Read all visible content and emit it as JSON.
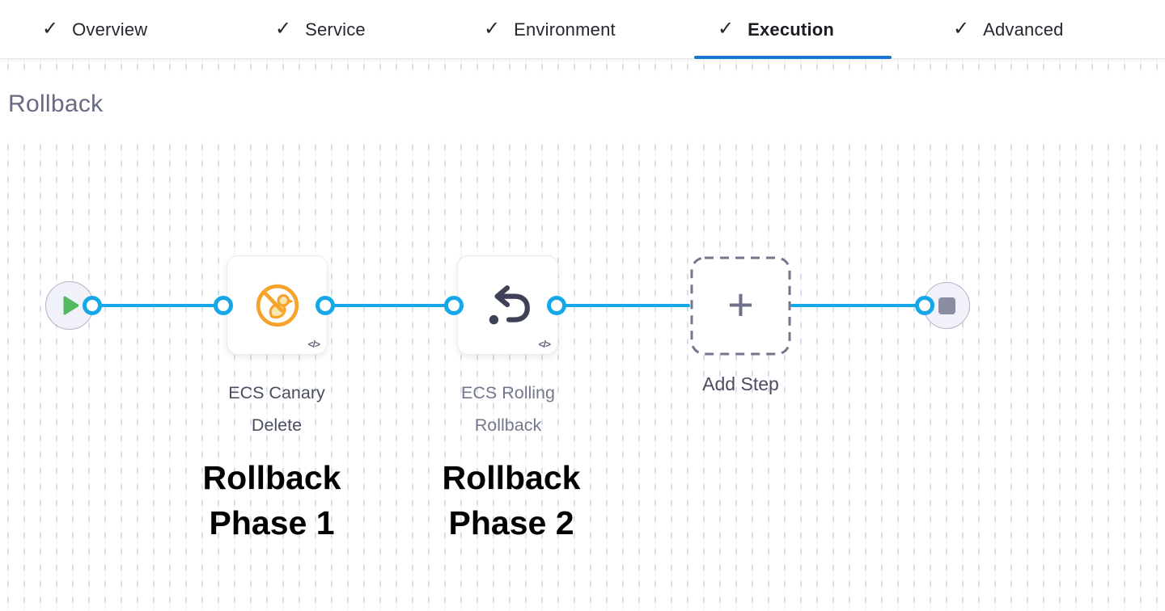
{
  "tabs": {
    "check_glyph": "✓",
    "items": [
      {
        "label": "Overview",
        "checked": true,
        "active": false
      },
      {
        "label": "Service",
        "checked": true,
        "active": false
      },
      {
        "label": "Environment",
        "checked": true,
        "active": false
      },
      {
        "label": "Execution",
        "checked": true,
        "active": true
      },
      {
        "label": "Advanced",
        "checked": true,
        "active": false
      }
    ]
  },
  "section": {
    "title": "Rollback"
  },
  "pipeline": {
    "start_node": "play",
    "end_node": "stop",
    "steps": [
      {
        "name": "ECS Canary Delete",
        "icon": "canary-delete-icon",
        "code_badge": "</>"
      },
      {
        "name": "ECS Rolling Rollback",
        "icon": "rolling-rollback-icon",
        "code_badge": "</>"
      }
    ],
    "add_step": {
      "label": "Add Step",
      "plus_glyph": "+"
    }
  },
  "annotations": [
    {
      "text": "Rollback Phase 1"
    },
    {
      "text": "Rollback Phase 2"
    }
  ],
  "colors": {
    "connector_blue": "#15a7e8",
    "tab_underline_blue": "#1976d2",
    "canary_orange": "#f6a22b",
    "icon_slate": "#3f4257",
    "play_green": "#53ba5f",
    "title_gray": "#686a84"
  }
}
